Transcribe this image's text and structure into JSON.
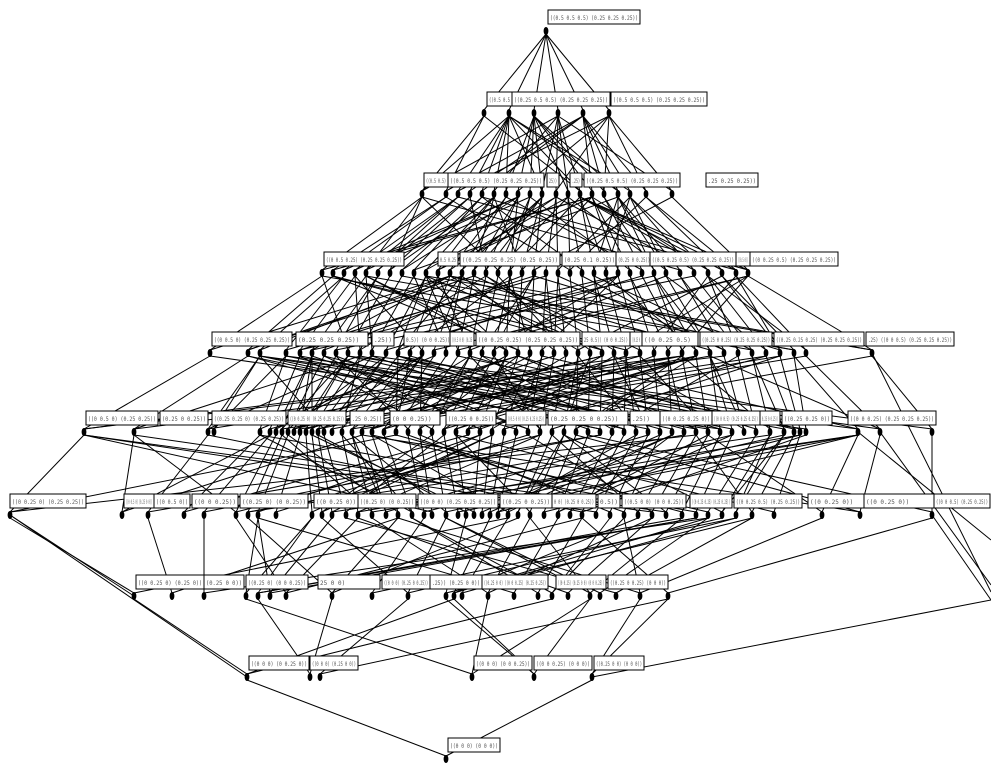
{
  "diagram": {
    "type": "hasse-lattice",
    "levels": [
      [
        {
          "label": "((0.5 0.5 0.5) (0.25 0.25 0.25))"
        }
      ],
      [
        {
          "label": "((0.5 0.5"
        },
        {
          "label": "((0.25 0.5 0.5) (0.25 0.25 0.25))"
        },
        {
          "label": ""
        },
        {
          "label": ""
        },
        {
          "label": ""
        },
        {
          "label": "((0.5 0.5 0.5) (0.25 0.25 0.25))"
        }
      ],
      [
        {
          "label": "((0.5 0.5)"
        },
        {
          "label": "((0.5 0.5 0.5) (0.25 0.25 0.25))"
        },
        {
          "label": ""
        },
        {
          "label": ""
        },
        {
          "label": ""
        },
        {
          "label": ""
        },
        {
          "label": "25))"
        },
        {
          "label": ""
        },
        {
          "label": ".25)"
        },
        {
          "label": "((0.25 0.5 0.5) (0.25 0.25 0.25))"
        },
        {
          "label": ""
        },
        {
          "label": ""
        },
        {
          "label": ".25 0.25 0.25))"
        }
      ],
      [
        {
          "label": "((0 0.5 0.25) (0.25 0.25 0.25))"
        },
        {
          "label": ""
        },
        {
          "label": ""
        },
        {
          "label": ""
        },
        {
          "label": ""
        },
        {
          "label": ""
        },
        {
          "label": "0.5 0.25"
        },
        {
          "label": "((0.25 0.25 0.25) (0.25 0.25))"
        },
        {
          "label": ""
        },
        {
          "label": ""
        },
        {
          "label": ""
        },
        {
          "label": "(0.25 0.1 0.25))"
        },
        {
          "label": ""
        },
        {
          "label": "(0.25 0 0.25))"
        },
        {
          "label": "((0.5 0.25 0.5) (0.25 0.25 0.25))"
        },
        {
          "label": "((0.5 0))"
        },
        {
          "label": "((0 0.25 0.5) (0.25 0.25 0.25))"
        },
        {
          "label": ""
        }
      ],
      [
        {
          "label": "((0 0.5 0) (0.25 0.25 0.25))"
        },
        {
          "label": ""
        },
        {
          "label": "(0.25 0.25 0.25))"
        },
        {
          "label": ""
        },
        {
          "label": ".25))"
        },
        {
          "label": "0.5)) (0 0 0.25))"
        },
        {
          "label": "((0.5 0 0) (0.25"
        },
        {
          "label": "((0 0.25 0.25) (0.25 0.25 0.25))"
        },
        {
          "label": ""
        },
        {
          "label": "25 0.5)) (0 0 0.25))"
        },
        {
          "label": "((0.25 0"
        },
        {
          "label": "((0 0.25 0.5)"
        },
        {
          "label": "(0.25 0.25 0.25))"
        },
        {
          "label": "((0.25 0 0.25) (0.25 0.25 0.25))"
        },
        {
          "label": "((0.25 0.25 0.25) (0.25 0.25 0.25))"
        },
        {
          "label": ""
        },
        {
          "label": ".25) ((0 0 0.5) (0.25 0.25 0.25))"
        }
      ],
      [
        {
          "label": "((0 0.5 0) (0.25 0.25))"
        },
        {
          "label": "(0.25 0 0.25))"
        },
        {
          "label": "((0.25 0.25 0) (0.25 0.25))"
        },
        {
          "label": "((0 0.25 0) (0.25 0.25 0.25))"
        },
        {
          "label": ""
        },
        {
          "label": ""
        },
        {
          "label": ""
        },
        {
          "label": ""
        },
        {
          "label": ""
        },
        {
          "label": ".25 0.25))"
        },
        {
          "label": "(0 0 0.25))"
        },
        {
          "label": "((0.25 0 0.25))"
        },
        {
          "label": "((0.5 0 0) (0.25 0.25 0.25))"
        },
        {
          "label": ""
        },
        {
          "label": "(0.25 0.25 0 0.25))"
        },
        {
          "label": ".25))"
        },
        {
          "label": "((0 0.25 0.25 0))"
        },
        {
          "label": "((0 0 0.5) (0.25 0.25 0.25))"
        },
        {
          "label": ""
        },
        {
          "label": ""
        },
        {
          "label": "0.25 0 0.25))"
        },
        {
          "label": "((0.25 0.25 0))"
        },
        {
          "label": "((0 0 0.25) (0.25 0.25 0.25))"
        }
      ],
      [
        {
          "label": "((0 0.25 0) (0.25 0.25))"
        },
        {
          "label": "((0 0.5 0) (0.25 0 0))"
        },
        {
          "label": "((0 0.5 0))"
        },
        {
          "label": "((0 0 0.25))"
        },
        {
          "label": "((0.25 0) (0 0.25))"
        },
        {
          "label": ""
        },
        {
          "label": ""
        },
        {
          "label": ""
        },
        {
          "label": "((0 0.25 0))"
        },
        {
          "label": "((0.25 0) (0 0.25))"
        },
        {
          "label": ""
        },
        {
          "label": "((0 0 0) (0.25 0.25 0.25))"
        },
        {
          "label": ""
        },
        {
          "label": ""
        },
        {
          "label": "((0.25 0 0.25))"
        },
        {
          "label": ""
        },
        {
          "label": "0 0) (0.25 0 0.25))"
        },
        {
          "label": "0.5))"
        },
        {
          "label": "((0.5 0 0) (0 0 0.25))"
        },
        {
          "label": ""
        },
        {
          "label": "((0 0.25 0.25) (0.25 0.25))"
        },
        {
          "label": "((0 0.25 0.5) (0.25 0.25))"
        },
        {
          "label": ""
        },
        {
          "label": "((0 0.25 0))"
        },
        {
          "label": "((0 0.25 0))"
        },
        {
          "label": "((0 0 0.5) (0.25 0.25))"
        }
      ],
      [
        {
          "label": "((0 0.25 0) (0.25 0))"
        },
        {
          "label": "(0.25 0 0))"
        },
        {
          "label": "((0.25 0) (0 0 0.25))"
        },
        {
          "label": ""
        },
        {
          "label": ""
        },
        {
          "label": "25 0 0)"
        },
        {
          "label": "((0 0 0) (0.25 0 0.25))"
        },
        {
          "label": ".25)) (0.25 0 0))"
        },
        {
          "label": ""
        },
        {
          "label": "((0.25 0 0) ((0 0 0.25) (0.25 0.25))"
        },
        {
          "label": ""
        },
        {
          "label": "((0 0.25) (0.25 0 0) (0 0 0.25))"
        },
        {
          "label": ""
        },
        {
          "label": "((0.25 0 0.25) (0 0 0))"
        }
      ],
      [
        {
          "label": "((0 0 0) (0 0.25 0))"
        },
        {
          "label": "((0 0 0) (0.25 0 0))"
        },
        {
          "label": "((0 0 0) (0 0 0.25))"
        },
        {
          "label": "((0 0 0.25) (0 0 0))"
        },
        {
          "label": "((0.25 0 0) (0 0 0))"
        }
      ],
      [
        {
          "label": "((0 0 0) (0 0 0))"
        }
      ]
    ]
  }
}
